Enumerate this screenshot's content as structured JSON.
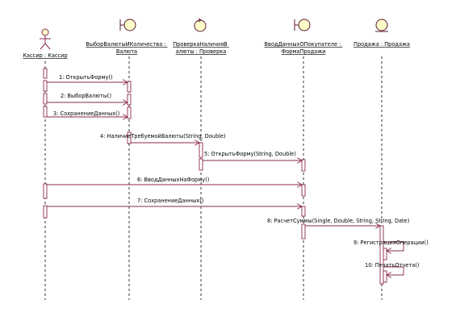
{
  "actor": {
    "label": "Кассир : Кассир",
    "icon": "actor-stick-figure-icon"
  },
  "objects": [
    {
      "id": "vybor",
      "kind": "boundary",
      "icon": "boundary-icon",
      "label_lines": [
        "ВыборВалютыИКоличества : ",
        "Валюта"
      ]
    },
    {
      "id": "proverka",
      "kind": "control",
      "icon": "control-icon",
      "label_lines": [
        "ПроверкаНаличияВ",
        "алюты : Проверка"
      ]
    },
    {
      "id": "vvod",
      "kind": "boundary",
      "icon": "boundary-icon",
      "label_lines": [
        "ВводДанныхОПокупателе : ",
        "ФормаПродажи"
      ]
    },
    {
      "id": "prodazha",
      "kind": "entity",
      "icon": "entity-icon",
      "label_lines": [
        "Продажа : Продажа"
      ]
    }
  ],
  "messages": [
    "1: ОткрытьФорму()",
    "2: ВыборВалюты()",
    "3: СохранениеДанных()",
    "4: НаличиеТребуемойВалюты(String, Double)",
    "5: ОткрытьФорму(String, Double)",
    "6: ВводДанныхНаФорму()",
    "7: СохранениеДанных()",
    "8: РасчетСуммы(Single, Double, String, String, Date)",
    "9: РегистрацияОперации()",
    "10: ПечатьОтчета()"
  ],
  "colors": {
    "line": "#8a2a4e",
    "icon_fill": "#ffffcc",
    "icon_stroke": "#5a1830",
    "lifeline": "#000000",
    "text": "#000000"
  }
}
